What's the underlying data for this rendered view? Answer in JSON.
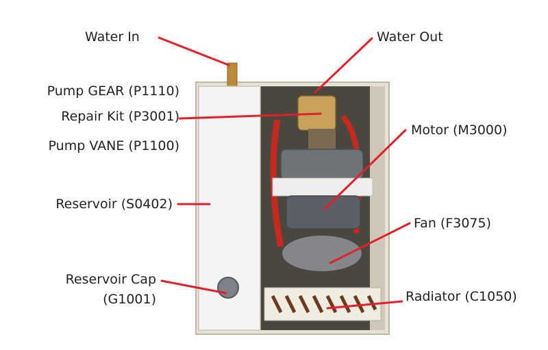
{
  "labels": {
    "water_in": "Water In",
    "water_out": "Water Out",
    "pump_gear": "Pump GEAR (P1110)",
    "repair_kit": "Repair Kit (P3001)",
    "pump_vane": "Pump VANE (P1100)",
    "motor": "Motor (M3000)",
    "reservoir": "Reservoir (S0402)",
    "fan": "Fan (F3075)",
    "reservoir_cap_line1": "Reservoir Cap",
    "reservoir_cap_line2": "(G1001)",
    "radiator": "Radiator (C1050)"
  },
  "colors": {
    "leader_line": "#e0202a",
    "label_text": "#231f20",
    "cabinet_frame": "#d9d2c4",
    "reservoir_panel": "#f4f4f2",
    "motor_body": "#6f7378",
    "hose": "#c8281e"
  }
}
